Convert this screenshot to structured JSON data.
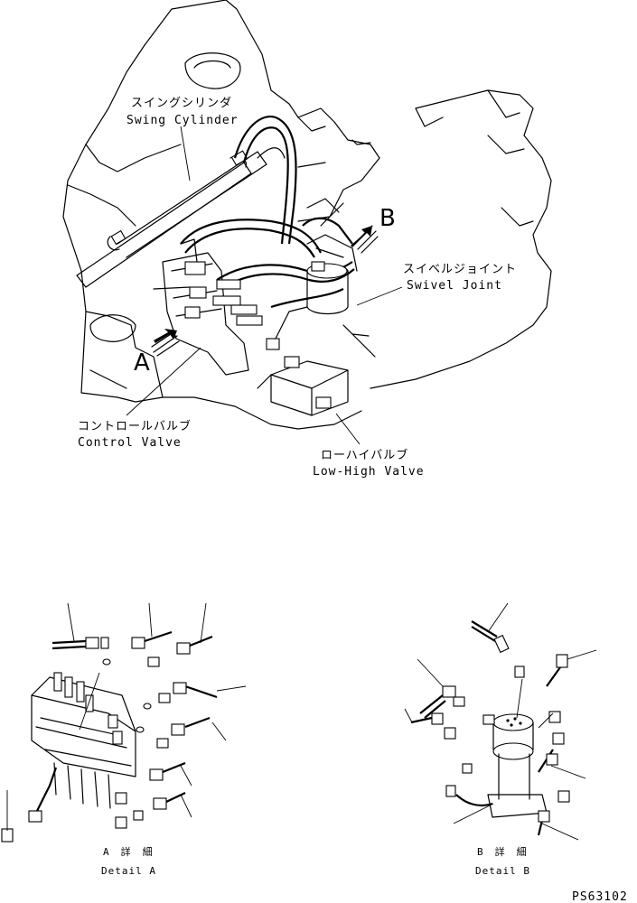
{
  "main_view": {
    "labels": {
      "swing_cylinder_jp": "スイングシリンダ",
      "swing_cylinder_en": "Swing Cylinder",
      "swivel_joint_jp": "スイベルジョイント",
      "swivel_joint_en": "Swivel Joint",
      "control_valve_jp": "コントロールバルブ",
      "control_valve_en": "Control Valve",
      "low_high_valve_jp": "ローハイバルブ",
      "low_high_valve_en": "Low-High Valve",
      "view_a": "A",
      "view_b": "B"
    }
  },
  "detail_a": {
    "title_jp": "A　詳　細",
    "title_en": "Detail A"
  },
  "detail_b": {
    "title_jp": "B　詳　細",
    "title_en": "Detail B"
  },
  "drawing_number": "PS63102"
}
